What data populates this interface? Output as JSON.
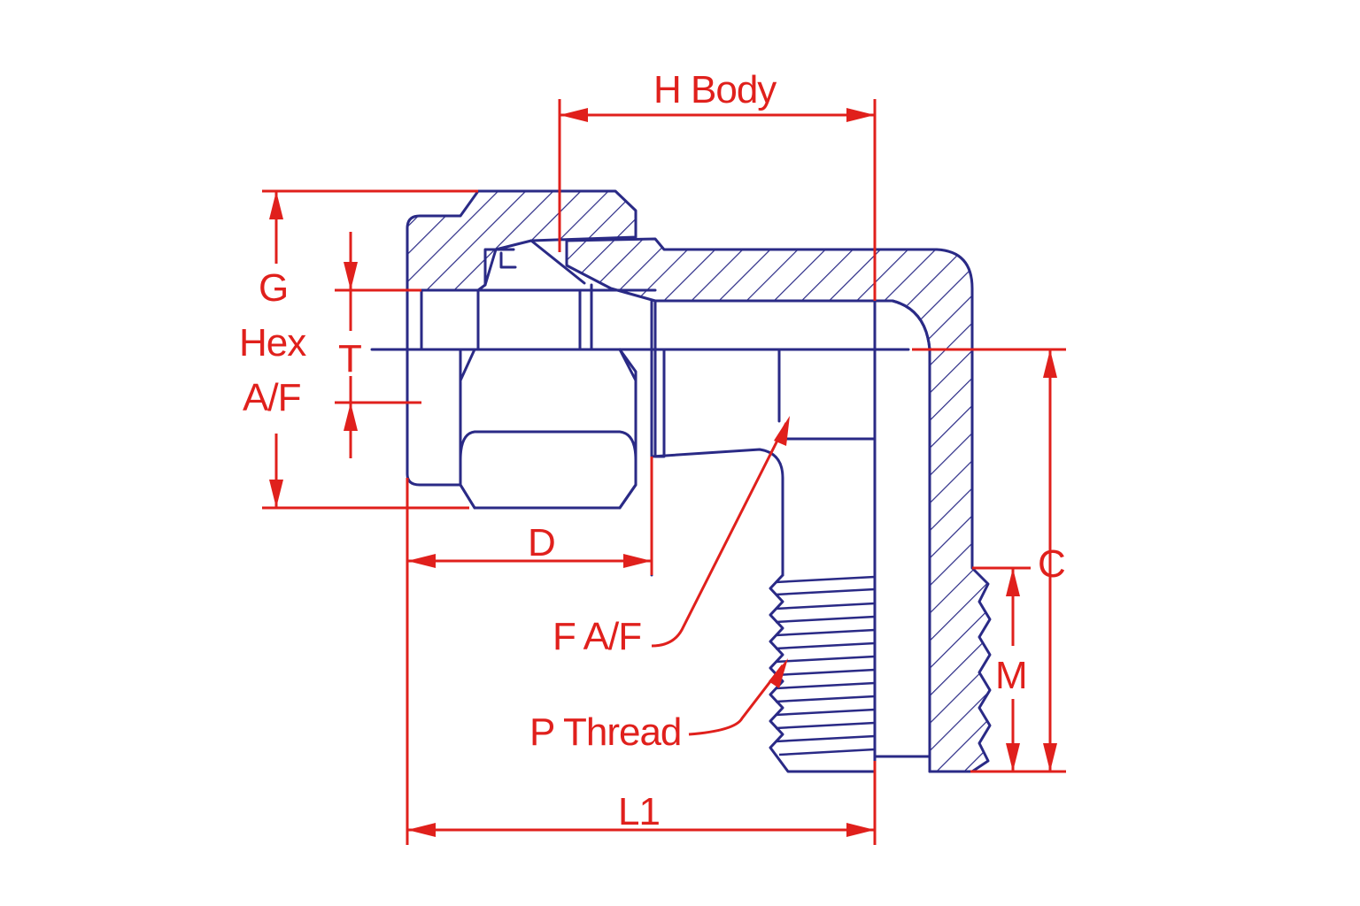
{
  "labels": {
    "h_body": "H Body",
    "g": "G",
    "hex": "Hex",
    "af": "A/F",
    "t": "T",
    "d": "D",
    "f_af": "F A/F",
    "p_thread": "P Thread",
    "c": "C",
    "m": "M",
    "l1": "L1"
  },
  "colors": {
    "part_outline": "#2a2a86",
    "dimension": "#e0201c",
    "background": "#ffffff"
  }
}
